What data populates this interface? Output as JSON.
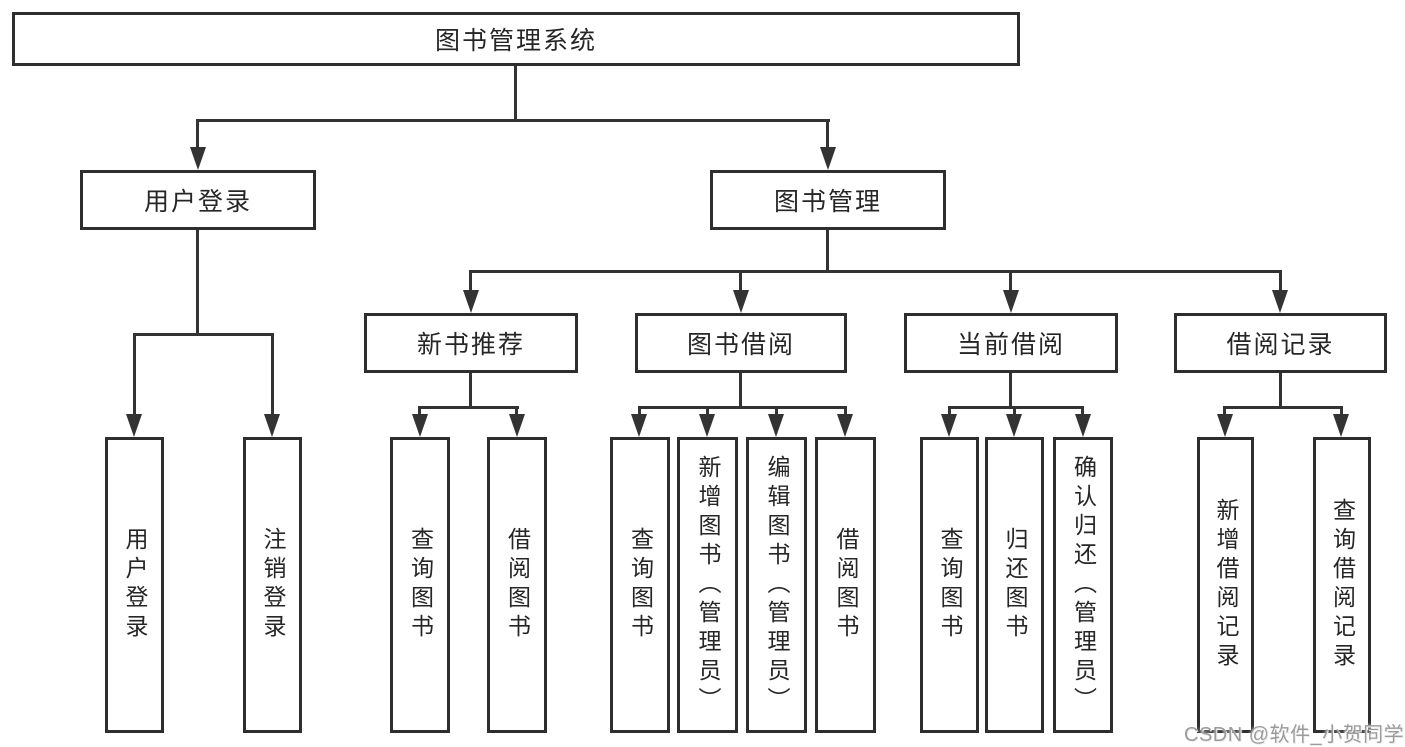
{
  "diagram": {
    "type": "tree",
    "nodes": {
      "root": "图书管理系统",
      "user_login": "用户登录",
      "book_mgmt": "图书管理",
      "new_book_rec": "新书推荐",
      "book_borrow": "图书借阅",
      "current_borrow": "当前借阅",
      "borrow_record": "借阅记录",
      "leaf_user_login": "用户登录",
      "leaf_logout": "注销登录",
      "leaf_nbr_query": "查询图书",
      "leaf_nbr_borrow": "借阅图书",
      "leaf_bb_query": "查询图书",
      "leaf_bb_add": "新增图书（管理员）",
      "leaf_bb_edit": "编辑图书（管理员）",
      "leaf_bb_borrow": "借阅图书",
      "leaf_cb_query": "查询图书",
      "leaf_cb_return": "归还图书",
      "leaf_cb_confirm": "确认归还（管理员）",
      "leaf_br_add": "新增借阅记录",
      "leaf_br_query": "查询借阅记录"
    },
    "hierarchy": {
      "图书管理系统": [
        "用户登录",
        "图书管理"
      ],
      "用户登录": [
        "用户登录",
        "注销登录"
      ],
      "图书管理": [
        "新书推荐",
        "图书借阅",
        "当前借阅",
        "借阅记录"
      ],
      "新书推荐": [
        "查询图书",
        "借阅图书"
      ],
      "图书借阅": [
        "查询图书",
        "新增图书（管理员）",
        "编辑图书（管理员）",
        "借阅图书"
      ],
      "当前借阅": [
        "查询图书",
        "归还图书",
        "确认归还（管理员）"
      ],
      "借阅记录": [
        "新增借阅记录",
        "查询借阅记录"
      ]
    },
    "watermark": "CSDN @软件_小贺同学",
    "colors": {
      "line": "#333333",
      "box_border": "#2e2e2e",
      "text": "#262626",
      "watermark": "#9b9b9b",
      "background": "#ffffff"
    }
  }
}
